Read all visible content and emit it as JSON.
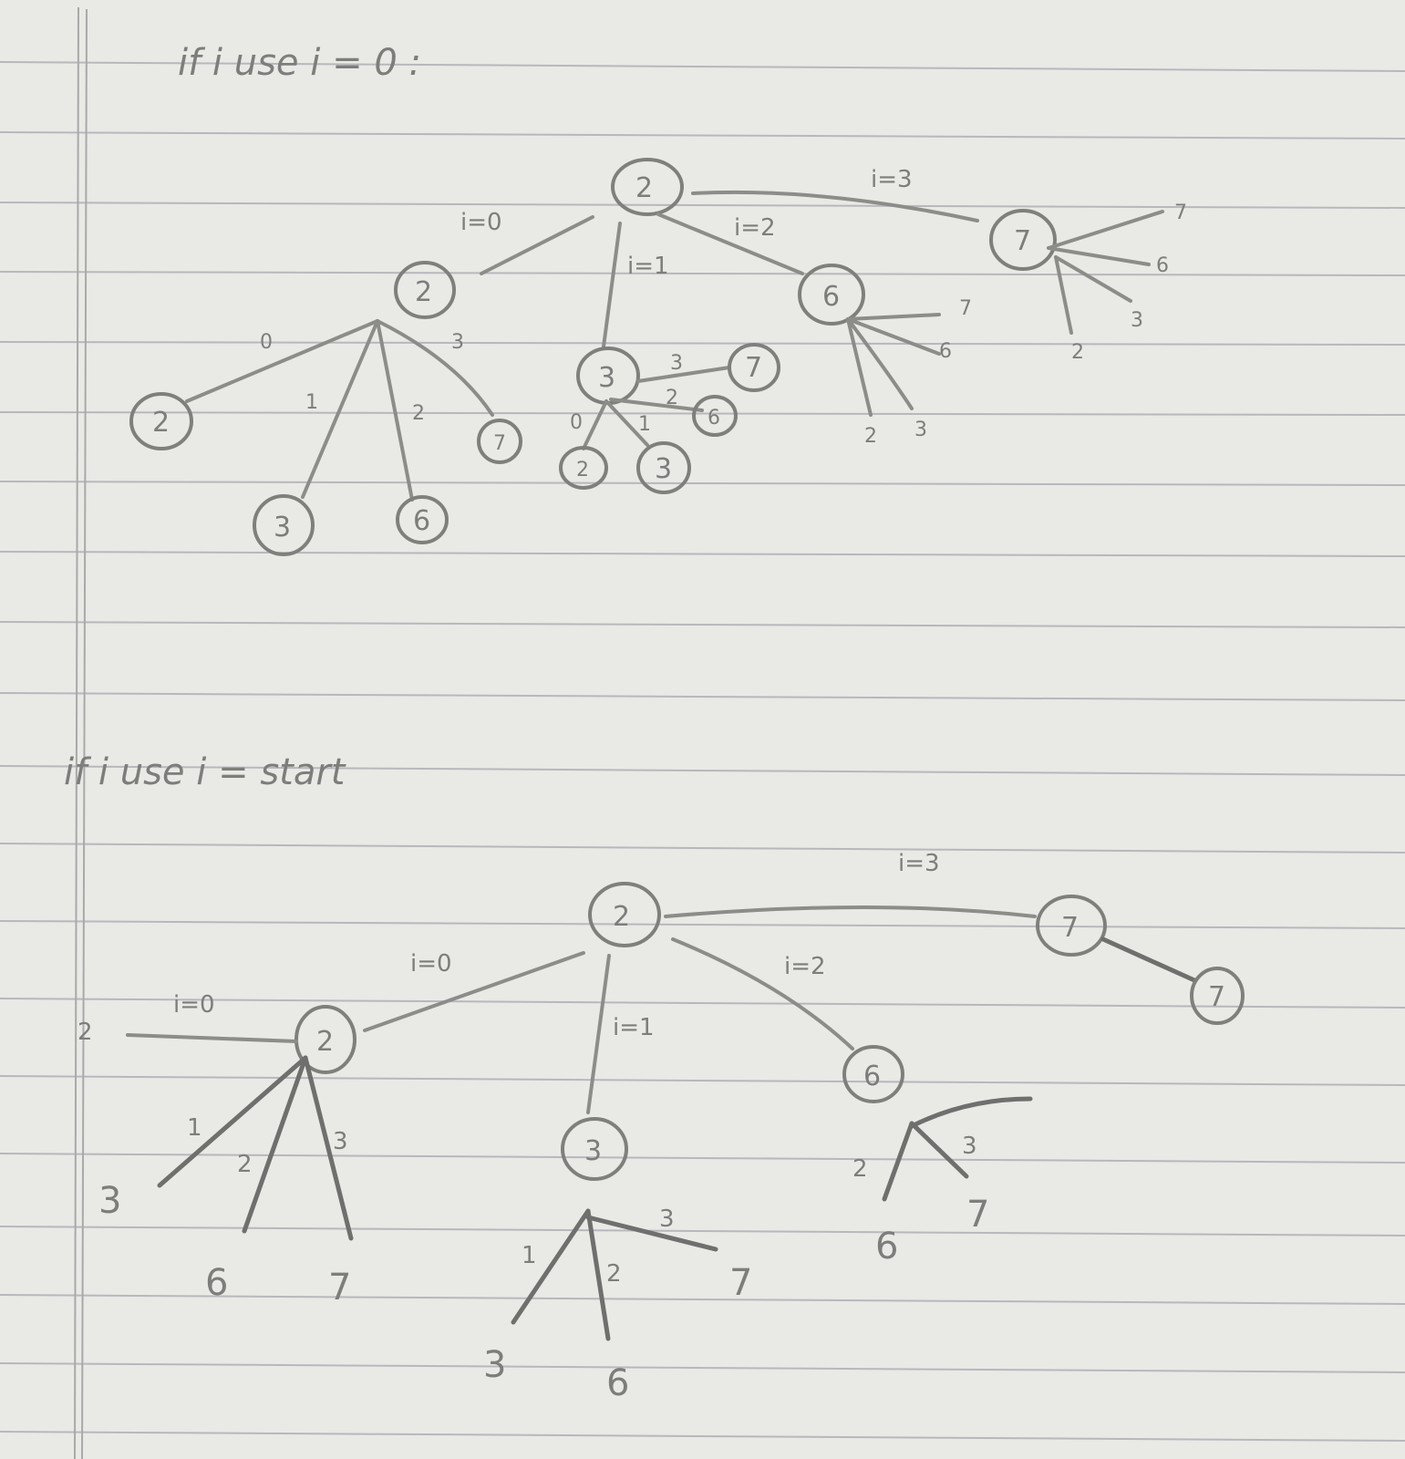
{
  "headings": {
    "top": "if i use   i = 0 :",
    "bottom": "if i use   i = start"
  },
  "diagram1": {
    "root": "2",
    "edge_labels": {
      "e0": "i=0",
      "e1": "i=1",
      "e2": "i=2",
      "e3": "i=3"
    },
    "children": {
      "a": "2",
      "b": "3",
      "c": "6",
      "d": "7"
    },
    "a_children": [
      "2",
      "3",
      "6",
      "7"
    ],
    "a_edge_labels": [
      "0",
      "1",
      "2",
      "3"
    ],
    "b_children": [
      "2",
      "3",
      "6",
      "7"
    ],
    "b_edge_labels": [
      "0",
      "1",
      "2",
      "3"
    ],
    "c_leaves": [
      "7",
      "6",
      "2",
      "3"
    ],
    "d_leaves": [
      "7",
      "6",
      "3",
      "2"
    ]
  },
  "diagram2": {
    "root": "2",
    "edge_labels": {
      "e0": "i=0",
      "e1": "i=1",
      "e2": "i=2",
      "e3": "i=3"
    },
    "children": {
      "a": "2",
      "b": "3",
      "c": "6",
      "d": "7",
      "d_child": "7"
    },
    "a_side_label": "2",
    "a_side_edge": "i=0",
    "a_leaves": [
      "3",
      "6",
      "7"
    ],
    "a_edge_labels": [
      "1",
      "2",
      "3"
    ],
    "b_leaves": [
      "3",
      "6",
      "7"
    ],
    "b_edge_labels": [
      "1",
      "2",
      "3"
    ],
    "c_leaves": [
      "6",
      "7"
    ],
    "c_edge_labels": [
      "2",
      "3"
    ]
  }
}
